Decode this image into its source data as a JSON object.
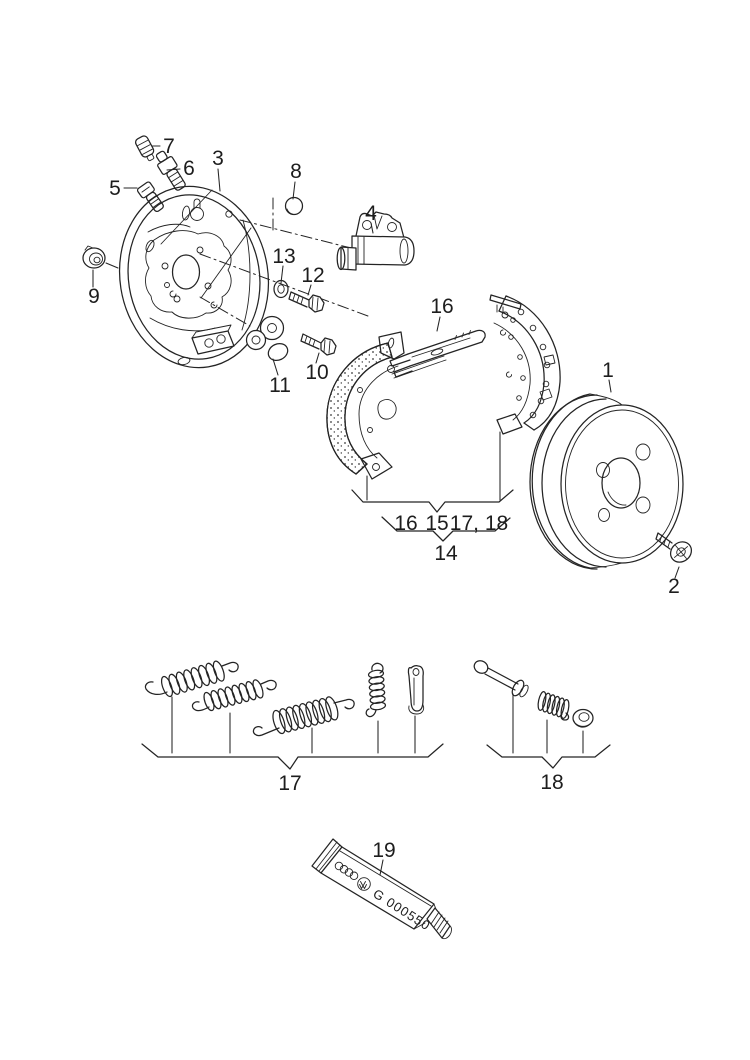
{
  "diagram": {
    "background": "#ffffff",
    "ink": "#242424",
    "callouts": {
      "c1": "1",
      "c2": "2",
      "c3": "3",
      "c4": "4",
      "c5": "5",
      "c6": "6",
      "c7": "7",
      "c8": "8",
      "c9": "9",
      "c10": "10",
      "c11": "11",
      "c12": "12",
      "c13": "13",
      "c16": "16",
      "c19": "19",
      "shoe_left": "16",
      "shoe_mid": "15",
      "shoe_right": "17, 18",
      "g14": "14",
      "g17": "17",
      "g18": "18"
    },
    "tube_code": "G 000550"
  }
}
